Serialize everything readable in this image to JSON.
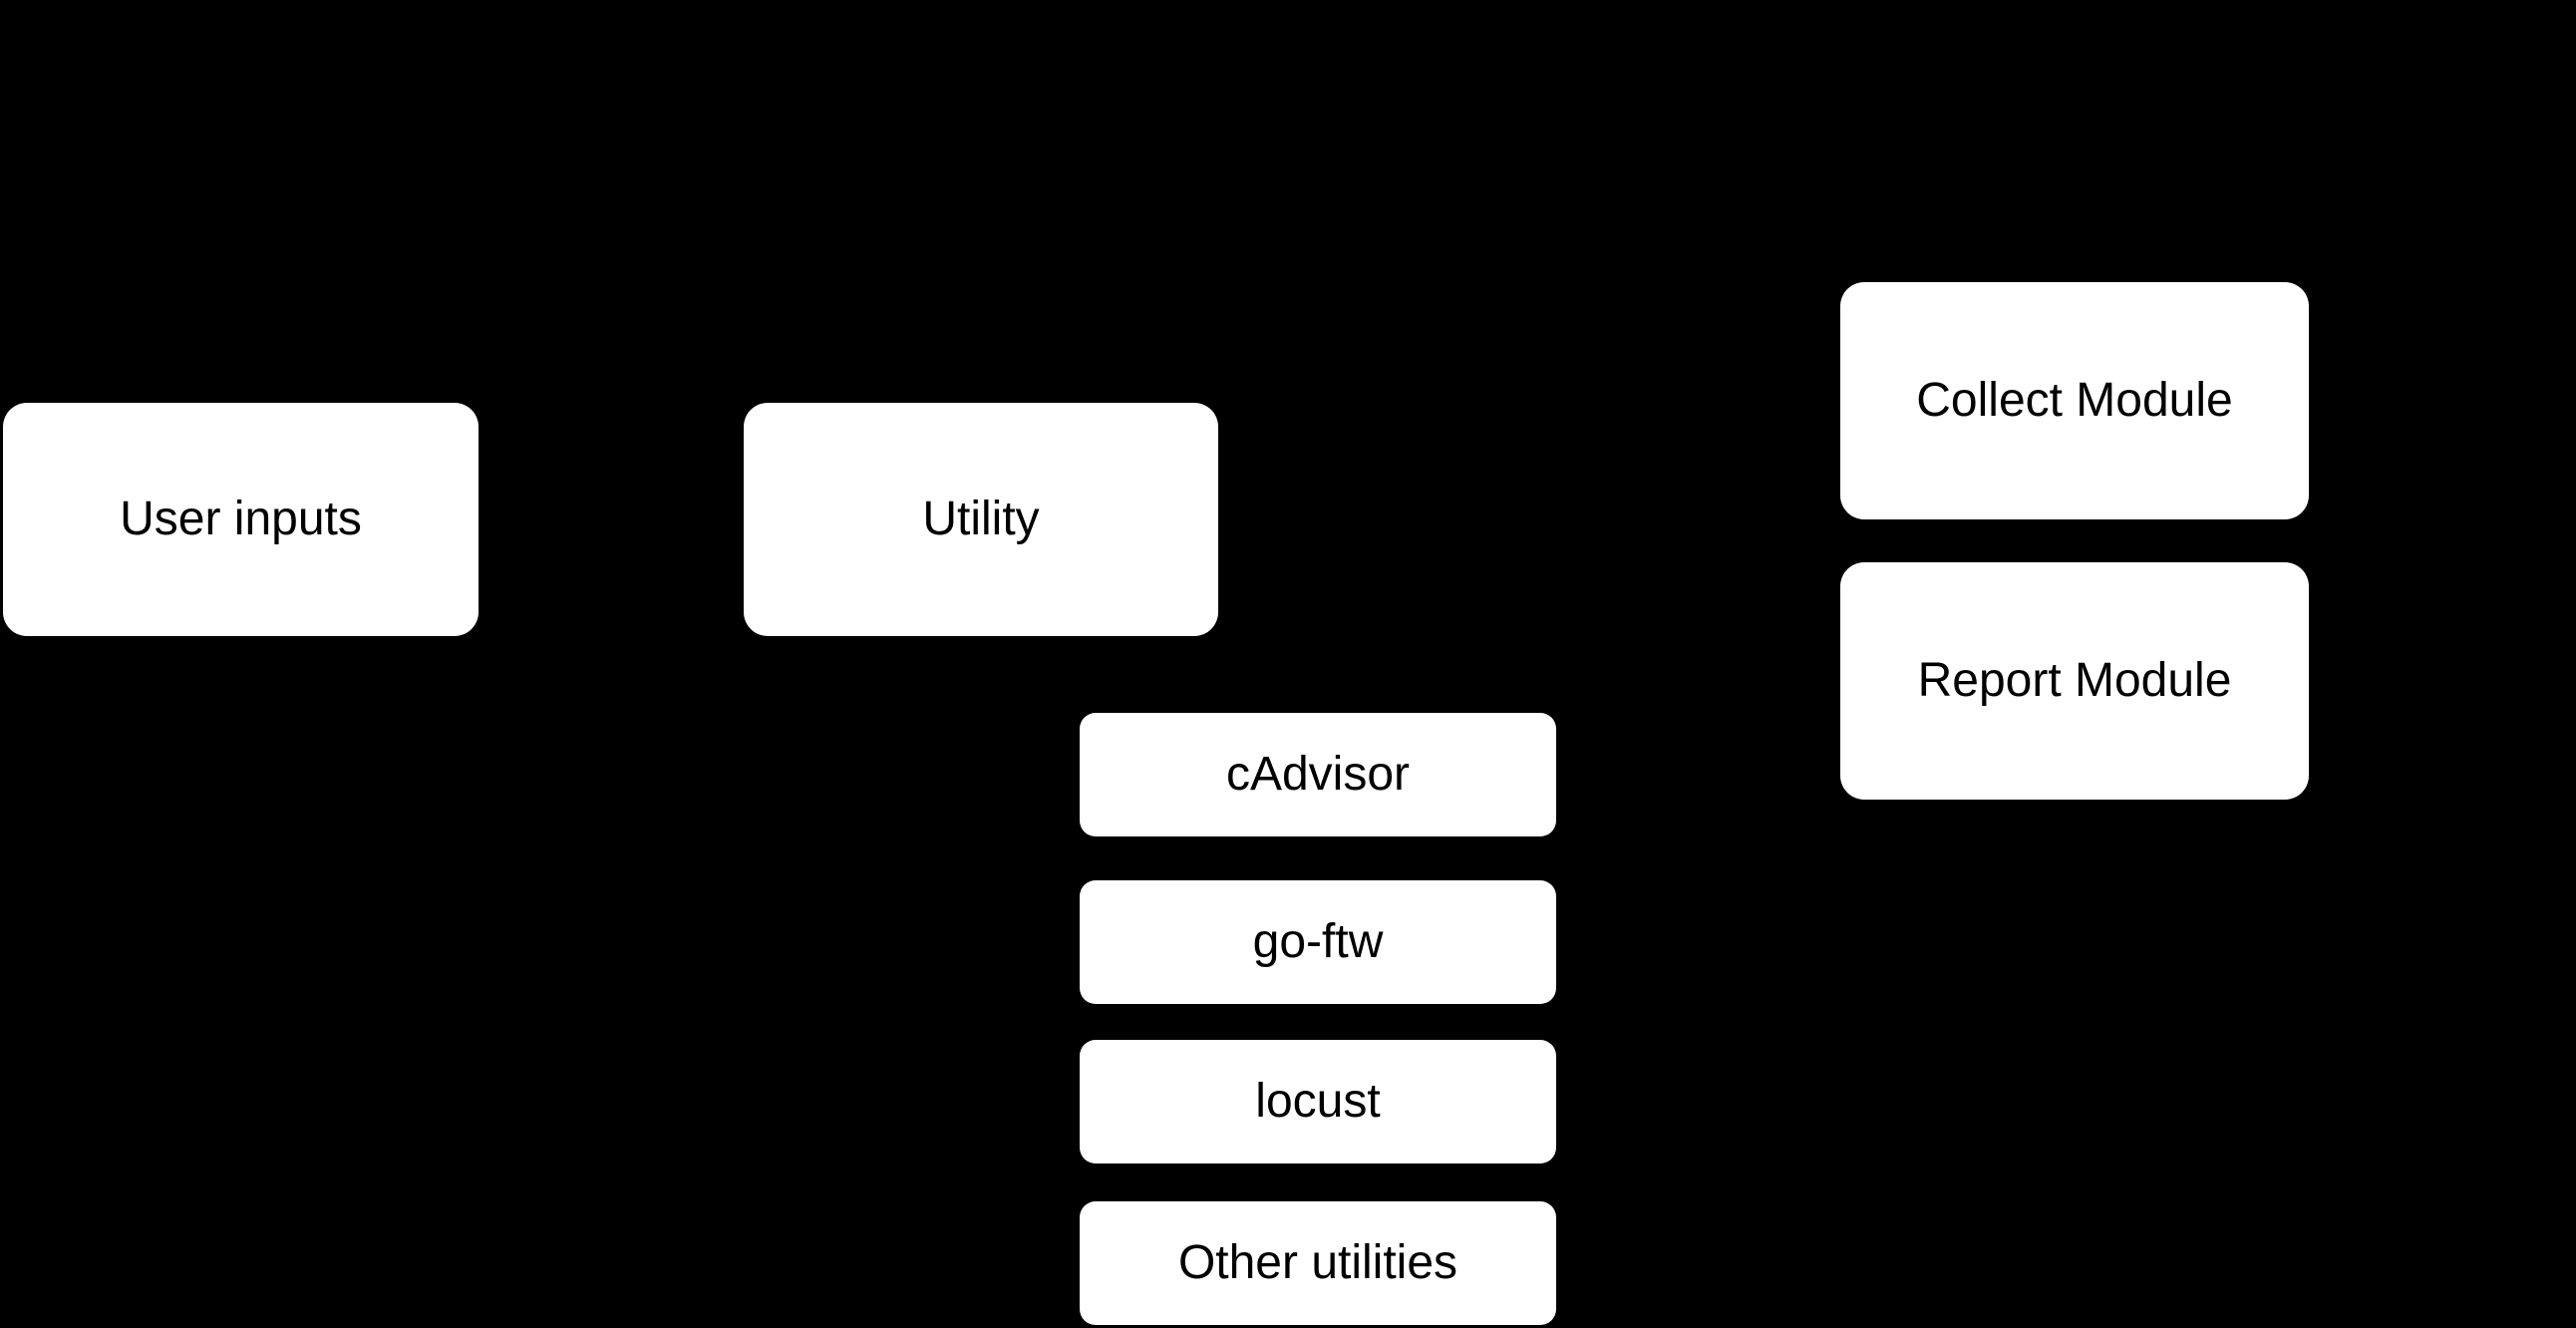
{
  "colors": {
    "background": "#000000",
    "node_fill": "#ffffff",
    "node_text": "#000000"
  },
  "diagram": {
    "nodes": {
      "user_inputs": {
        "label": "User inputs"
      },
      "utility": {
        "label": "Utility"
      },
      "cadvisor": {
        "label": "cAdvisor"
      },
      "go_ftw": {
        "label": "go-ftw"
      },
      "locust": {
        "label": "locust"
      },
      "other_utilities": {
        "label": "Other utilities"
      },
      "collect_module": {
        "label": "Collect Module"
      },
      "report_module": {
        "label": "Report Module"
      }
    }
  }
}
